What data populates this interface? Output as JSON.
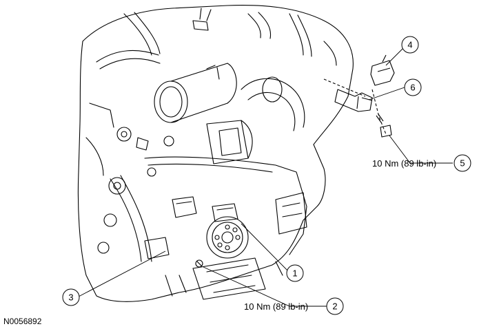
{
  "figure_id": "N0056892",
  "callouts": [
    {
      "number": "1"
    },
    {
      "number": "2",
      "spec": "10 Nm (89 lb-in)"
    },
    {
      "number": "3"
    },
    {
      "number": "4"
    },
    {
      "number": "5",
      "spec": "10 Nm (89 lb-in)"
    },
    {
      "number": "6"
    }
  ]
}
